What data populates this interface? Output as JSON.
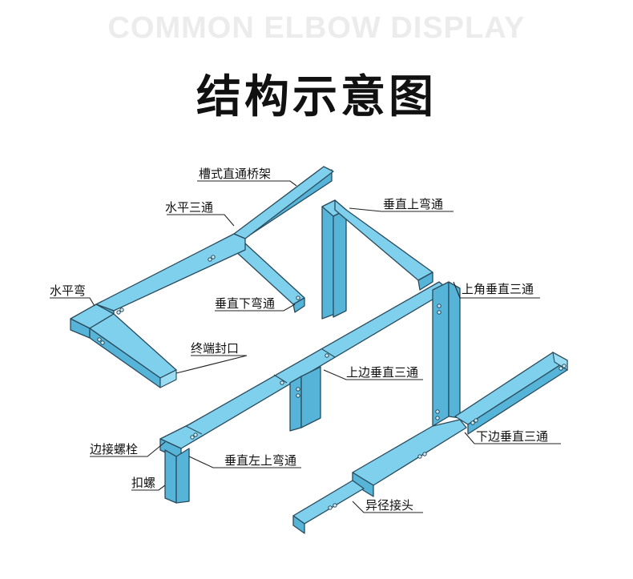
{
  "header": {
    "title_en": "COMMON ELBOW DISPLAY",
    "title_cn": "结构示意图"
  },
  "labels": {
    "trough_straight": "槽式直通桥架",
    "horizontal_tee": "水平三通",
    "horizontal_elbow": "水平弯",
    "vertical_down_elbow": "垂直下弯通",
    "end_cap": "终端封口",
    "vertical_up_elbow": "垂直上弯通",
    "upper_corner_vertical_tee": "上角垂直三通",
    "upper_side_vertical_tee": "上边垂直三通",
    "side_connecting_bolt": "边接螺栓",
    "vertical_left_up_elbow": "垂直左上弯通",
    "clip_nut": "扣螺",
    "lower_side_vertical_tee": "下边垂直三通",
    "reducer": "异径接头"
  },
  "colors": {
    "tray_top": "#7fd0ec",
    "tray_side": "#56b4d8",
    "outline": "#2a4a5c",
    "header_en": "#ececec",
    "header_cn": "#111111"
  }
}
